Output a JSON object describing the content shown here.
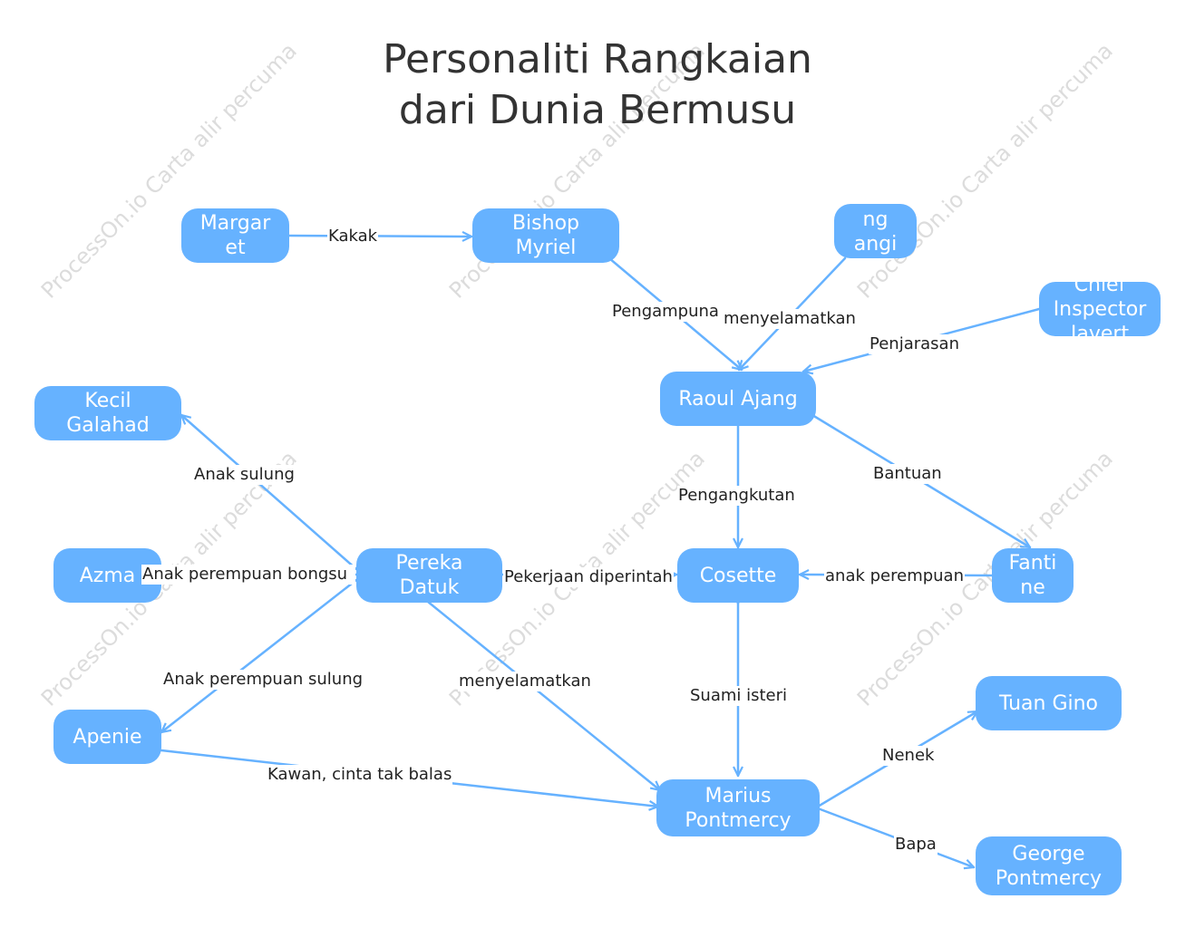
{
  "title": {
    "line1": "Personaliti Rangkaian",
    "line2": "dari Dunia Bermusu"
  },
  "watermark": "ProcessOn.io Carta alir percuma",
  "colors": {
    "node": "#66b2ff",
    "edge": "#66b2ff",
    "text": "#333333"
  },
  "nodes": {
    "margaret": "Margar\net",
    "bishop": "Bishop\nMyriel",
    "ngangi": "ng\nangi",
    "javert": "Chief\nInspector\nJavert",
    "raoul": "Raoul Ajang",
    "kecil": "Kecil\nGalahad",
    "azma": "Azma",
    "pereka": "Pereka\nDatuk",
    "cosette": "Cosette",
    "fantine": "Fanti\nne",
    "apenie": "Apenie",
    "tuan_gino": "Tuan Gino",
    "marius": "Marius\nPontmercy",
    "george": "George\nPontmercy"
  },
  "edges": {
    "margaret_bishop": "Kakak",
    "bishop_raoul": "Pengampuna",
    "ngangi_raoul": "menyelamatkan",
    "javert_raoul": "Penjarasan",
    "raoul_cosette": "Pengangkutan",
    "raoul_fantine": "Bantuan",
    "fantine_cosette": "anak perempuan",
    "pereka_cosette": "Pekerjaan diperintah",
    "pereka_kecil": "Anak sulung",
    "pereka_azma": "Anak perempuan bongsu",
    "pereka_apenie": "Anak perempuan sulung",
    "pereka_marius": "menyelamatkan",
    "cosette_marius": "Suami isteri",
    "apenie_marius": "Kawan, cinta tak balas",
    "marius_gino": "Nenek",
    "marius_george": "Bapa"
  }
}
